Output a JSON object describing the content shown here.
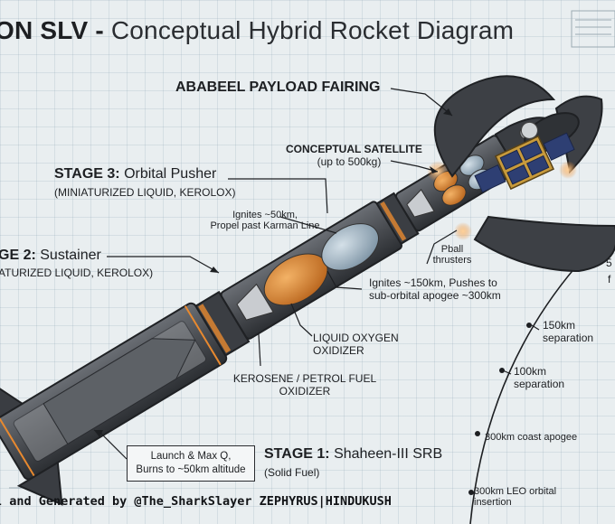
{
  "title": {
    "prefix": "ON SLV -",
    "rest": "Conceptual Hybrid Rocket Diagram"
  },
  "fairing": {
    "label": "ABABEEL PAYLOAD FAIRING"
  },
  "satellite": {
    "label": "CONCEPTUAL SATELLITE",
    "note": "(up to 500kg)"
  },
  "stage3": {
    "prefix": "STAGE 3:",
    "name": "Orbital Pusher",
    "type": "(MINIATURIZED LIQUID, KEROLOX)",
    "note_line1": "Ignites ~50km,",
    "note_line2": "Propel past Karman Line"
  },
  "stage2": {
    "prefix": "GE 2:",
    "name": "Sustainer",
    "type": "ATURIZED LIQUID, KEROLOX)",
    "note_line1": "Ignites ~150km, Pushes to",
    "note_line2": "sub-orbital apogee ~300km"
  },
  "thrusters": {
    "line1": "Pball",
    "line2": "thrusters"
  },
  "lox": {
    "line1": "LIQUID OXYGEN",
    "line2": "OXIDIZER"
  },
  "kerosene": {
    "line1": "KEROSENE / PETROL FUEL",
    "line2": "OXIDIZER"
  },
  "stage1": {
    "prefix": "STAGE 1:",
    "name": "Shaheen-III SRB",
    "type": "(Solid Fuel)",
    "note_line1": "Launch & Max Q,",
    "note_line2": "Burns to ~50km altitude"
  },
  "trajectory": {
    "sep150_line1": "150km",
    "sep150_line2": "separation",
    "sep100_line1": "100km",
    "sep100_line2": "separation",
    "coast": "300km coast apogee",
    "leo_line1": "300km LEO orbital",
    "leo_line2": "insertion",
    "cut_right_top": "5",
    "cut_right_mid": "f"
  },
  "footer": {
    "text": "l and Generated by @The_SharkSlayer ZEPHYRUS|HINDUKUSH"
  },
  "colors": {
    "background": "#e9eef0",
    "hull": "#4a4d52",
    "hull_dark": "#2f3236",
    "orange_glow": "#e8892f",
    "fuel_orange": "#d9822b",
    "lox_blue": "#9fb4c4",
    "solar_blue": "#2e3f73",
    "gold_foil": "#c79a3c"
  }
}
